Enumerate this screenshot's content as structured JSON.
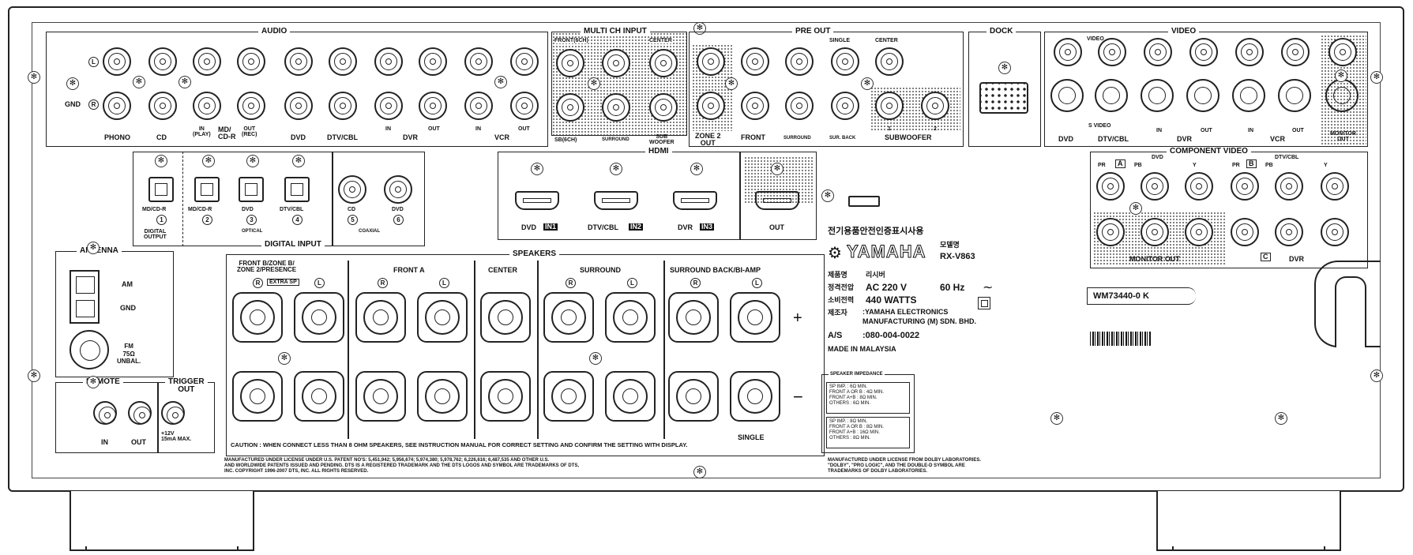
{
  "audio": {
    "title": "AUDIO",
    "ch_l": "L",
    "ch_r": "R",
    "gnd": "GND",
    "labels": [
      "PHONO",
      "CD",
      "IN\n(PLAY)",
      "MD/\nCD-R",
      "OUT\n(REC)",
      "DVD",
      "DTV/CBL",
      "IN",
      "DVR",
      "OUT",
      "IN",
      "VCR",
      "OUT"
    ]
  },
  "multich": {
    "title": "MULTI CH INPUT",
    "front": "FRONT(6CH)",
    "center": "CENTER",
    "sb": "SB(6CH)",
    "surround": "SURROUND",
    "sub": "SUB\nWOOFER"
  },
  "preout": {
    "title": "PRE OUT",
    "zone2": "ZONE 2\nOUT",
    "front": "FRONT",
    "surround": "SURROUND",
    "single": "SINGLE",
    "center": "CENTER",
    "surback": "SUR. BACK",
    "one": "1",
    "two": "2",
    "subwoofer": "SUBWOOFER"
  },
  "dock": {
    "title": "DOCK"
  },
  "video": {
    "title": "VIDEO",
    "video": "VIDEO",
    "svideo": "S VIDEO",
    "labels": [
      "DVD",
      "DTV/CBL",
      "IN",
      "DVR",
      "OUT",
      "IN",
      "VCR",
      "OUT"
    ],
    "monitor": "MONITOR\nOUT"
  },
  "component": {
    "title": "COMPONENT VIDEO",
    "a": "A",
    "b": "B",
    "c": "C",
    "dvd": "DVD",
    "dtvcbl": "DTV/CBL",
    "pr": "PR",
    "pb": "PB",
    "y": "Y",
    "monitor": "MONITOR OUT",
    "dvr": "DVR"
  },
  "digital": {
    "title": "DIGITAL INPUT",
    "output": "DIGITAL\nOUTPUT",
    "optical": "OPTICAL",
    "coaxial": "COAXIAL",
    "labels": [
      "MD/CD-R",
      "MD/CD-R",
      "DVD",
      "DTV/CBL",
      "CD",
      "DVD"
    ],
    "nums": [
      "1",
      "2",
      "3",
      "4",
      "5",
      "6"
    ]
  },
  "hdmi": {
    "title": "HDMI",
    "in1": "DVD",
    "in2": "DTV/CBL",
    "in3": "DVR",
    "tag1": "IN1",
    "tag2": "IN2",
    "tag3": "IN3",
    "out": "OUT"
  },
  "antenna": {
    "title": "ANTENNA",
    "am": "AM",
    "gnd": "GND",
    "fm": "FM\n75Ω\nUNBAL."
  },
  "remote": {
    "title": "REMOTE",
    "in": "IN",
    "out": "OUT"
  },
  "trigger": {
    "title": "TRIGGER\nOUT",
    "spec": "+12V\n15mA MAX."
  },
  "speakers": {
    "title": "SPEAKERS",
    "frontb": "FRONT B/ZONE B/\nZONE 2/PRESENCE",
    "extrasp": "EXTRA SP",
    "fronta": "FRONT A",
    "center": "CENTER",
    "surround": "SURROUND",
    "surback": "SURROUND BACK/BI-AMP",
    "plus": "+",
    "minus": "−",
    "single": "SINGLE",
    "caution": "CAUTION : WHEN CONNECT LESS THAN 8 OHM SPEAKERS, SEE INSTRUCTION MANUAL FOR CORRECT SETTING AND CONFIRM THE SETTING WITH DISPLAY."
  },
  "impedance": {
    "title": "SPEAKER IMPEDANCE",
    "box1": [
      "SP IMP. : 6Ω MIN.",
      "FRONT A OR B : 4Ω MIN.",
      "FRONT A+B : 8Ω MIN.",
      "OTHERS : 6Ω MIN."
    ],
    "box2": [
      "SP IMP. : 8Ω MIN.",
      "FRONT A OR B : 8Ω MIN.",
      "FRONT A+B : 16Ω MIN.",
      "OTHERS : 8Ω MIN."
    ]
  },
  "rating": {
    "korean_header": "전기용품안전인증표시사용",
    "brand": "YAMAHA",
    "model_label": "모델명",
    "model": "RX-V863",
    "product_label": "제품명",
    "product": "리시버",
    "voltage_label": "정격전압",
    "voltage": "AC 220 V",
    "freq": "60 Hz",
    "power_label": "소비전력",
    "power": "440 WATTS",
    "maker_label": "제조자",
    "maker": ":YAMAHA ELECTRONICS\nMANUFACTURING (M) SDN. BHD.",
    "as_label": "A/S",
    "as": ":080-004-0022",
    "made": "MADE IN MALAYSIA"
  },
  "serial": "WM73440-0 K",
  "legal_left": "MANUFACTURED UNDER LICENSE UNDER U.S. PATENT NO'S: 5,451,942; 5,956,674; 5,974,380; 5,978,762; 6,226,616; 6,487,535 AND OTHER U.S.\nAND WORLDWIDE PATENTS ISSUED AND PENDING. DTS IS A REGISTERED TRADEMARK AND THE DTS LOGOS AND SYMBOL ARE TRADEMARKS OF DTS,\nINC. COPYRIGHT 1996-2007 DTS, INC. ALL RIGHTS RESERVED.",
  "legal_right": "MANUFACTURED UNDER LICENSE FROM DOLBY LABORATORIES.\n\"DOLBY\", \"PRO LOGIC\", AND THE DOUBLE-D SYMBOL ARE\nTRADEMARKS OF DOLBY LABORATORIES."
}
